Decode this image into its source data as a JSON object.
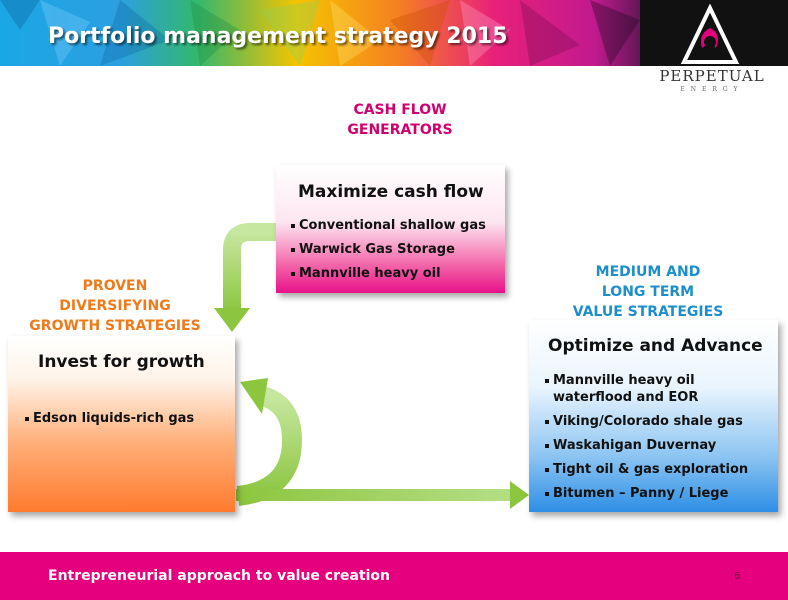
{
  "header": {
    "title": "Portfolio management strategy 2015",
    "logo_word": "PERPETUAL",
    "logo_sub": "ENERGY"
  },
  "labels": {
    "cash_flow": [
      "CASH FLOW",
      "GENERATORS"
    ],
    "proven": [
      "PROVEN",
      "DIVERSIFYING",
      "GROWTH STRATEGIES"
    ],
    "medium": [
      "MEDIUM AND",
      "LONG TERM",
      "VALUE STRATEGIES"
    ]
  },
  "boxes": {
    "cash": {
      "title": "Maximize cash flow",
      "items": [
        "Conventional shallow gas",
        "Warwick Gas Storage",
        "Mannville heavy oil"
      ]
    },
    "invest": {
      "title": "Invest for growth",
      "items": [
        "Edson liquids-rich gas"
      ]
    },
    "optimize": {
      "title": "Optimize and Advance",
      "items": [
        "Mannville heavy oil waterflood and EOR",
        "Viking/Colorado shale gas",
        "Waskahigan Duvernay",
        "Tight oil & gas exploration",
        "Bitumen – Panny / Liege"
      ]
    }
  },
  "footer": {
    "text": "Entrepreneurial approach to value creation",
    "page": "6"
  },
  "colors": {
    "magenta": "#e5007d",
    "orange": "#ee7a1a",
    "blue": "#1c8ecb",
    "arrow_green": "#8cc63f"
  }
}
